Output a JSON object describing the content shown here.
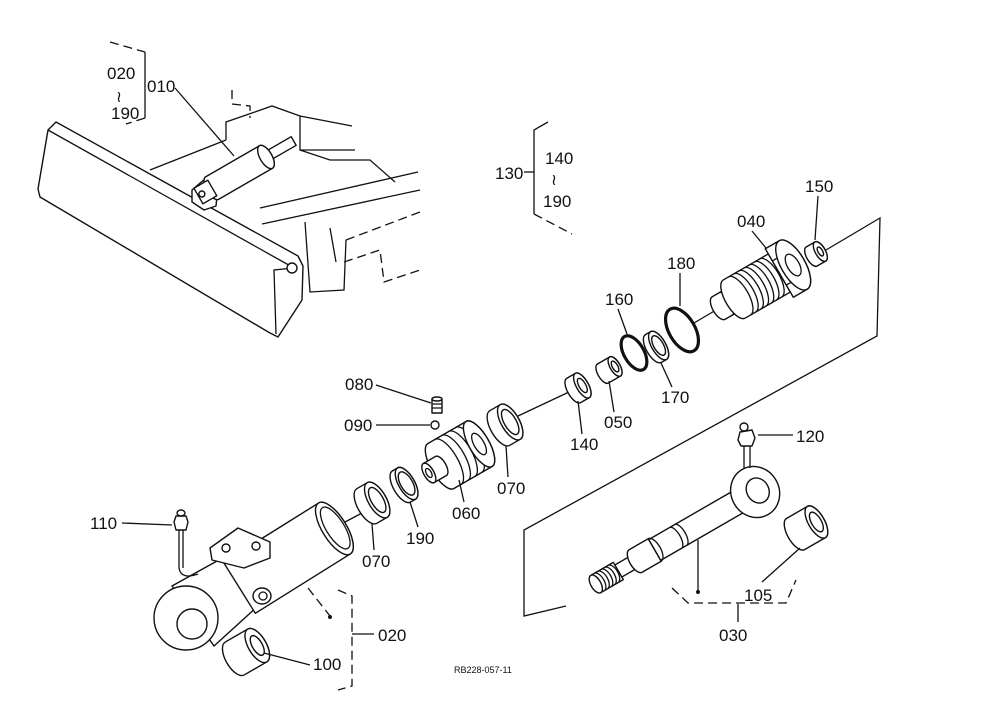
{
  "diagram": {
    "drawing_code": "RB228-057-11",
    "overview": {
      "range_from": "020",
      "range_sep": "≀",
      "range_to": "190",
      "cylinder_label": "010"
    },
    "gland_group": {
      "group_label": "130",
      "range_from": "140",
      "range_sep": "≀",
      "range_to": "190"
    },
    "callouts": {
      "p150": "150",
      "p040": "040",
      "p180": "180",
      "p160": "160",
      "p080": "080",
      "p090": "090",
      "p170": "170",
      "p050": "050",
      "p140": "140",
      "p070_upper": "070",
      "p060": "060",
      "p110": "110",
      "p120": "120",
      "p190_lower": "190",
      "p070_lower": "070",
      "p105": "105",
      "p030": "030",
      "p020": "020",
      "p100": "100"
    }
  }
}
